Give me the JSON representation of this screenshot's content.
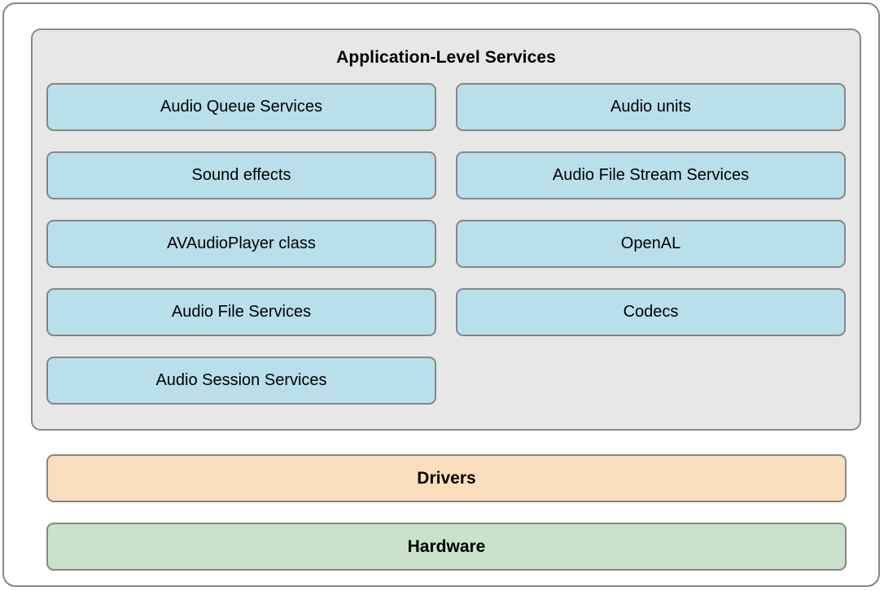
{
  "diagram": {
    "title": "Application-Level Services",
    "services_panel": {
      "title": "Application-Level Services",
      "background_color": "#e7e7e7",
      "border_color": "#8a8a8a",
      "box_color": "#b9dfeb",
      "columns": [
        {
          "name": "left-column",
          "items": [
            {
              "label": "Audio Queue Services"
            },
            {
              "label": "Sound effects"
            },
            {
              "label": "AVAudioPlayer class"
            },
            {
              "label": "Audio File Services"
            },
            {
              "label": "Audio Session Services"
            }
          ]
        },
        {
          "name": "right-column",
          "items": [
            {
              "label": "Audio units"
            },
            {
              "label": "Audio File Stream Services"
            },
            {
              "label": "OpenAL"
            },
            {
              "label": "Codecs"
            }
          ]
        }
      ]
    },
    "layers": [
      {
        "label": "Drivers",
        "color": "#fbdfbd"
      },
      {
        "label": "Hardware",
        "color": "#c9e2c9"
      }
    ]
  }
}
